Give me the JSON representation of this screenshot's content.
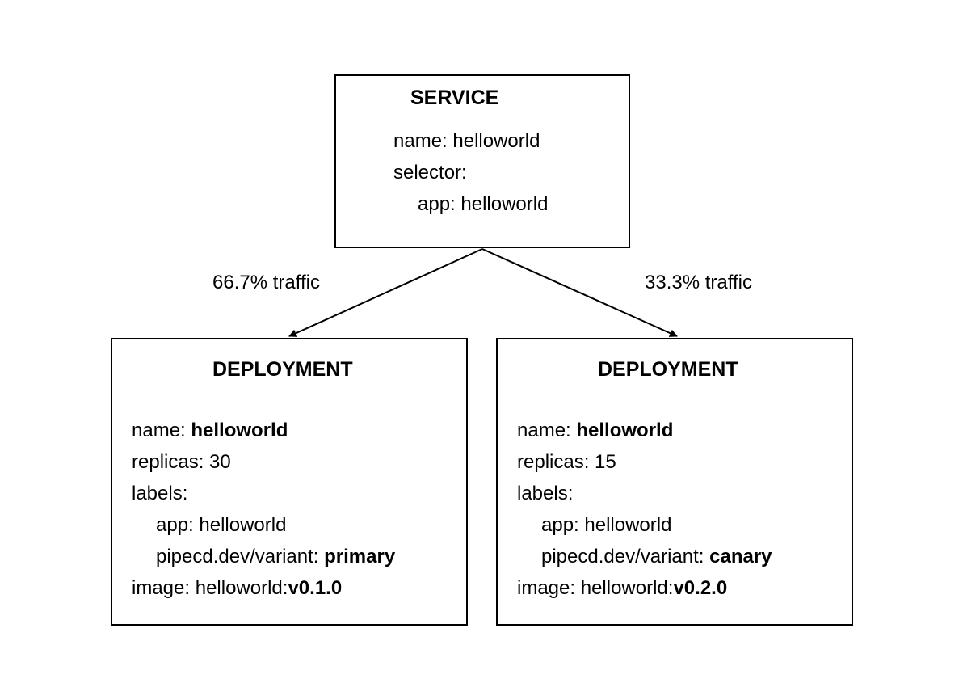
{
  "service": {
    "title": "SERVICE",
    "name_key": "name:",
    "name_value": "helloworld",
    "selector_key": "selector:",
    "app_key": "app:",
    "app_value": "helloworld"
  },
  "edges": {
    "left_traffic": "66.7% traffic",
    "right_traffic": "33.3% traffic"
  },
  "deployments": [
    {
      "title": "DEPLOYMENT",
      "name_key": "name:",
      "name_value": "helloworld",
      "replicas_key": "replicas:",
      "replicas_value": "30",
      "labels_key": "labels:",
      "app_key": "app:",
      "app_value": "helloworld",
      "variant_key": "pipecd.dev/variant:",
      "variant_value": "primary",
      "image_key": "image:",
      "image_name": "helloworld:",
      "image_tag": "v0.1.0"
    },
    {
      "title": "DEPLOYMENT",
      "name_key": "name:",
      "name_value": "helloworld",
      "replicas_key": "replicas:",
      "replicas_value": "15",
      "labels_key": "labels:",
      "app_key": "app:",
      "app_value": "helloworld",
      "variant_key": "pipecd.dev/variant:",
      "variant_value": "canary",
      "image_key": "image:",
      "image_name": "helloworld:",
      "image_tag": "v0.2.0"
    }
  ]
}
